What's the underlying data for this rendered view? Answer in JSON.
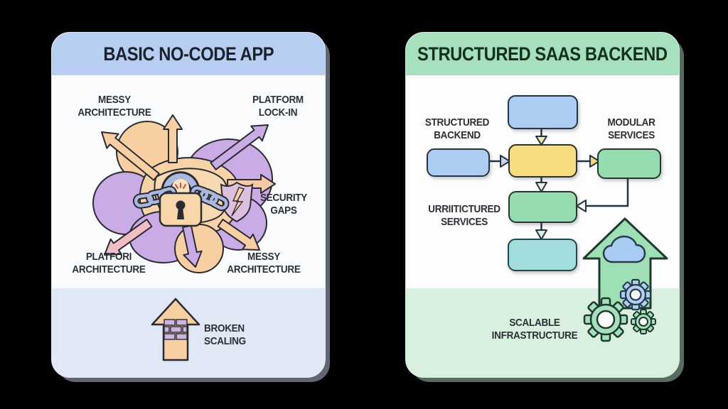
{
  "left_panel": {
    "title": "BASIC NO-CODE APP",
    "labels": {
      "top_left": "MESSY\nARCHITECTURE",
      "top_right": "PLATFORM\nLOCK-IN",
      "mid_right": "SECURITY\nGAPS",
      "bottom_left": "PLATFORI\nARCHITECTURE",
      "bottom_right": "MESSY\nARCHITECTURE",
      "footer": "BROKEN\nSCALING"
    },
    "icons": [
      "messy-cloud-illustration",
      "radiating-arrows",
      "broken-padlock-chain-icon",
      "cracked-shield-icon",
      "brick-wall-up-arrow-icon"
    ],
    "colors": {
      "header_bg": "#b7cdf1",
      "footer_bg": "#e0e7f5",
      "peach": "#f7cfa2",
      "purple": "#c9abe5",
      "pink": "#f2bdc4",
      "periwinkle": "#aab7de"
    }
  },
  "right_panel": {
    "title": "STRUCTURED SAAS BACKEND",
    "labels": {
      "left_top": "STRUCTURED\nBACKEND",
      "right_top": "MODULAR\nSERVICES",
      "left_mid": "URRIITICTURED\nSERVICES",
      "footer": "SCALABLE\nINFRASTRUCTURE"
    },
    "flowchart": {
      "boxes": [
        {
          "id": "top-blue",
          "color": "#aecdf2",
          "text": ""
        },
        {
          "id": "left-blue",
          "color": "#aecdf2",
          "text": ""
        },
        {
          "id": "center-yellow",
          "color": "#f8dd7e",
          "text": ""
        },
        {
          "id": "right-green",
          "color": "#97dcb0",
          "text": ""
        },
        {
          "id": "middle-green",
          "color": "#97dcb0",
          "text": ""
        },
        {
          "id": "bottom-teal",
          "color": "#a3dcdc",
          "text": ""
        }
      ],
      "connections": [
        "top-blue -> center-yellow",
        "left-blue -> center-yellow",
        "center-yellow -> right-green",
        "center-yellow -> middle-green",
        "right-green -> middle-green",
        "middle-green -> bottom-teal"
      ]
    },
    "icons": [
      "growth-up-arrow-icon",
      "cloud-icon",
      "gear-icon"
    ],
    "colors": {
      "header_bg": "#a6e0bc",
      "footer_bg": "#d9efe0",
      "arrow_green": "#9fdfb5",
      "cloud_blue": "#a9cdf2",
      "gear_green": "#a5dfbd",
      "gear_blue": "#b1d0f0"
    }
  },
  "background_color": "#000000"
}
